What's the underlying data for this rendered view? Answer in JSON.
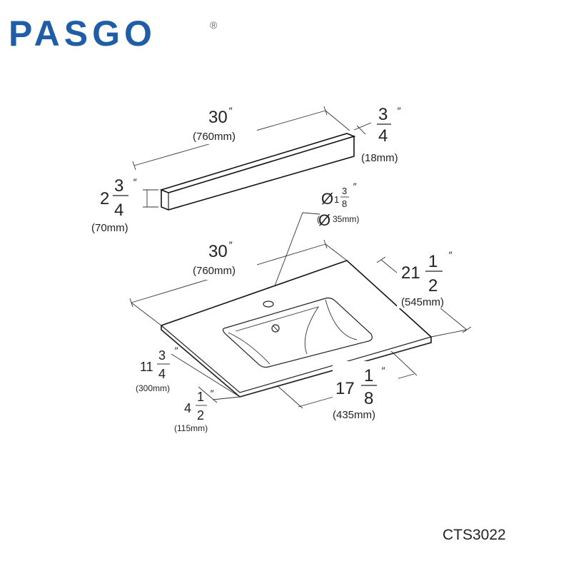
{
  "brand": {
    "name": "PASGO",
    "registered": "®",
    "color": "#1f5da6"
  },
  "model_code": "CTS3022",
  "backsplash": {
    "width": {
      "whole": "30",
      "unit": "″",
      "metric": "(760mm)"
    },
    "thickness": {
      "numerator": "3",
      "denominator": "4",
      "unit": "″",
      "metric": "(18mm)"
    },
    "height": {
      "whole": "2",
      "numerator": "3",
      "denominator": "4",
      "unit": "″",
      "metric": "(70mm)"
    }
  },
  "faucet_hole": {
    "symbol": "Ø",
    "whole": "1",
    "numerator": "3",
    "denominator": "8",
    "unit": "″",
    "metric": "35mm)",
    "metric_prefix": "("
  },
  "vanity_top": {
    "width": {
      "whole": "30",
      "unit": "″",
      "metric": "(760mm)"
    },
    "depth": {
      "whole": "21",
      "numerator": "1",
      "denominator": "2",
      "unit": "″",
      "metric": "(545mm)"
    },
    "bowl_width": {
      "whole": "17",
      "numerator": "1",
      "denominator": "8",
      "unit": "″",
      "metric": "(435mm)"
    },
    "left_offset": {
      "whole": "11",
      "numerator": "3",
      "denominator": "4",
      "unit": "″",
      "metric": "(300mm)"
    },
    "front_offset": {
      "whole": "4",
      "numerator": "1",
      "denominator": "2",
      "unit": "″",
      "metric": "(115mm)"
    }
  }
}
